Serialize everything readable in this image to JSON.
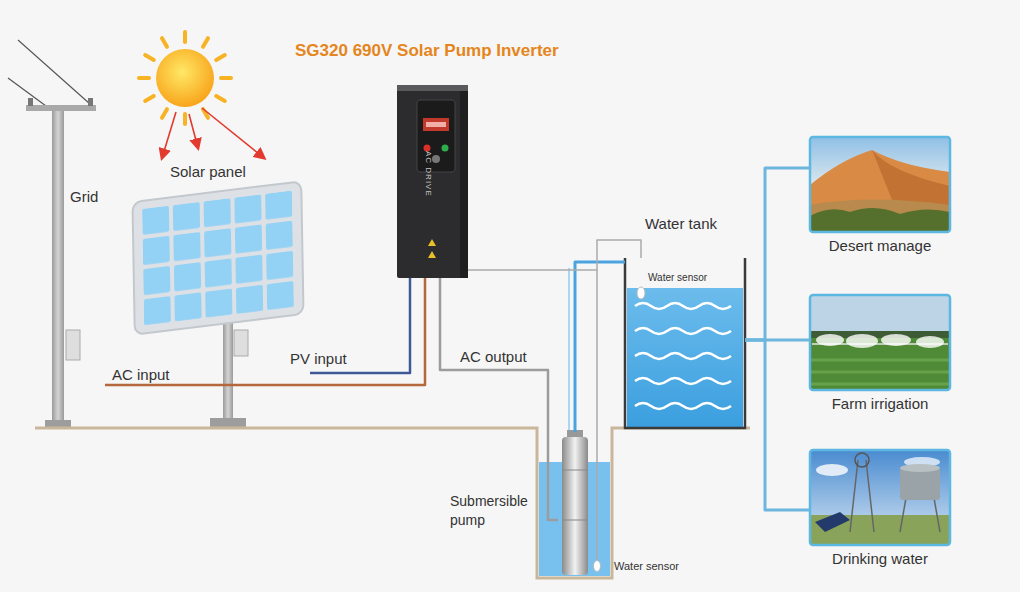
{
  "diagram": {
    "title": "SG320 690V Solar Pump Inverter",
    "nodes": [
      {
        "text": [
          "Grid"
        ]
      },
      {
        "text": [
          "Solar panel"
        ]
      },
      {
        "text": [
          "AC DRIVE"
        ]
      },
      {
        "text": [
          "Water tank",
          "Water sensor"
        ]
      },
      {
        "text": [
          "Submersible pump"
        ]
      },
      {
        "text": [
          "Desert manage"
        ]
      },
      {
        "text": [
          "Farm irrigation"
        ]
      },
      {
        "text": [
          "Drinking water"
        ]
      }
    ],
    "edges": [
      {
        "from": 0,
        "to": 2,
        "label": "AC input",
        "arrow": "none"
      },
      {
        "from": 1,
        "to": 2,
        "label": "PV input",
        "arrow": "none"
      },
      {
        "from": 2,
        "to": 4,
        "label": "AC output",
        "arrow": "none"
      },
      {
        "from": 4,
        "to": 3,
        "arrow": "none"
      },
      {
        "from": 2,
        "to": 3,
        "arrow": "none"
      },
      {
        "from": 3,
        "to": 5,
        "arrow": "none"
      },
      {
        "from": 3,
        "to": 6,
        "arrow": "none"
      },
      {
        "from": 3,
        "to": 7,
        "arrow": "none"
      }
    ],
    "labels": [
      "Water sensor"
    ]
  }
}
